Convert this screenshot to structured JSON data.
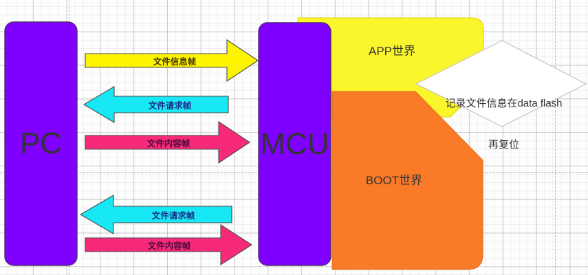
{
  "diagram": {
    "title": "PC to MCU file transfer flow",
    "colors": {
      "endpoint_fill": "#7F00FF",
      "endpoint_stroke": "#4B2E6B",
      "app_fill": "#FBF62B",
      "app_stroke": "#C9C400",
      "boot_fill": "#F97B28",
      "boot_stroke": "#D96010",
      "arrow_yellow": "#FCF401",
      "arrow_cyan": "#18E8F4",
      "arrow_pink": "#F72A7A",
      "diamond_fill": "#FFFFFF",
      "diamond_stroke": "#BFBFBF",
      "label_text": "#333333",
      "grid_line": "#E6E6E6"
    },
    "endpoints": [
      {
        "id": "pc",
        "label": "PC"
      },
      {
        "id": "mcu",
        "label": "MCU"
      }
    ],
    "zones": [
      {
        "id": "app",
        "label": "APP世界"
      },
      {
        "id": "boot",
        "label": "BOOT世界"
      }
    ],
    "messages": [
      {
        "id": "msg-1",
        "label": "文件信息帧",
        "direction": "pc-to-mcu",
        "color": "yellow"
      },
      {
        "id": "msg-2",
        "label": "文件请求帧",
        "direction": "mcu-to-pc",
        "color": "cyan"
      },
      {
        "id": "msg-3",
        "label": "文件内容帧",
        "direction": "pc-to-mcu",
        "color": "pink"
      },
      {
        "id": "msg-4",
        "label": "文件请求帧",
        "direction": "mcu-to-pc",
        "color": "cyan"
      },
      {
        "id": "msg-5",
        "label": "文件内容帧",
        "direction": "pc-to-mcu",
        "color": "pink"
      }
    ],
    "note": {
      "id": "note-diamond",
      "line1": "记录文件信息在data flash",
      "line2": "再复位"
    }
  }
}
